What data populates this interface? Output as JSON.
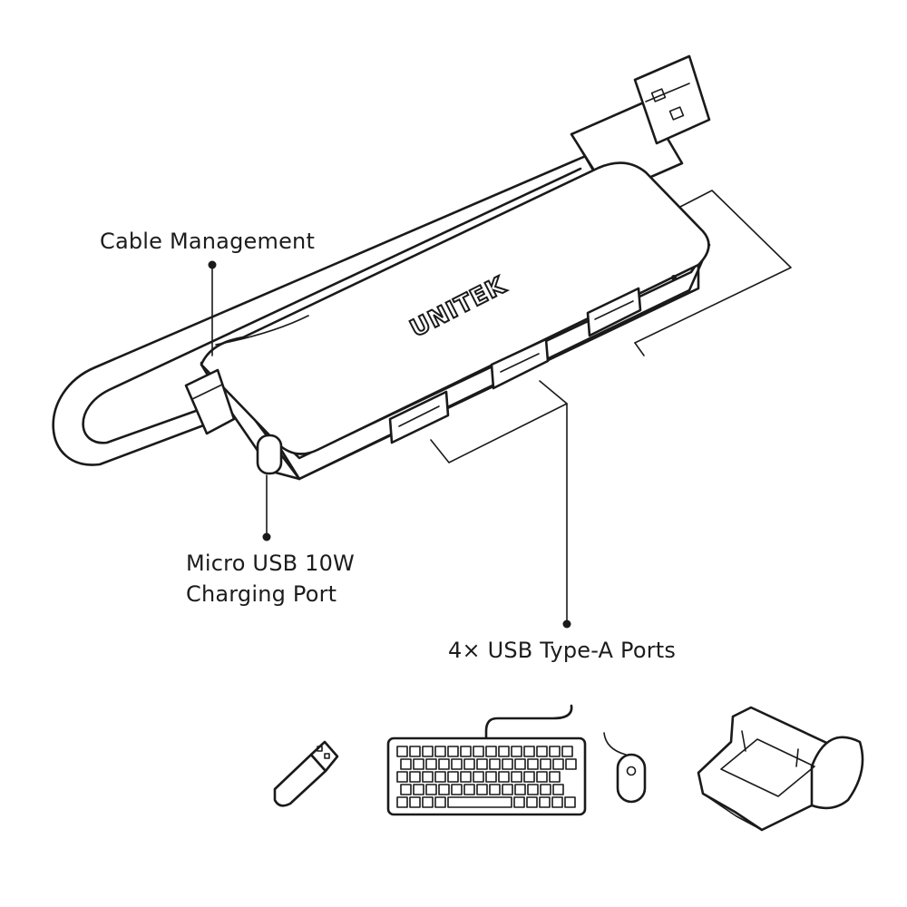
{
  "callouts": {
    "cable_management": "Cable Management",
    "micro_usb_line1": "Micro USB 10W",
    "micro_usb_line2": "Charging Port",
    "usb_ports": "4× USB Type-A Ports"
  },
  "brand": {
    "logo_text": "UNITEK"
  },
  "peripherals": [
    "usb-flash-drive-icon",
    "keyboard-icon",
    "mouse-icon",
    "printer-icon"
  ],
  "colors": {
    "stroke": "#1a1a1a",
    "background": "#ffffff"
  }
}
